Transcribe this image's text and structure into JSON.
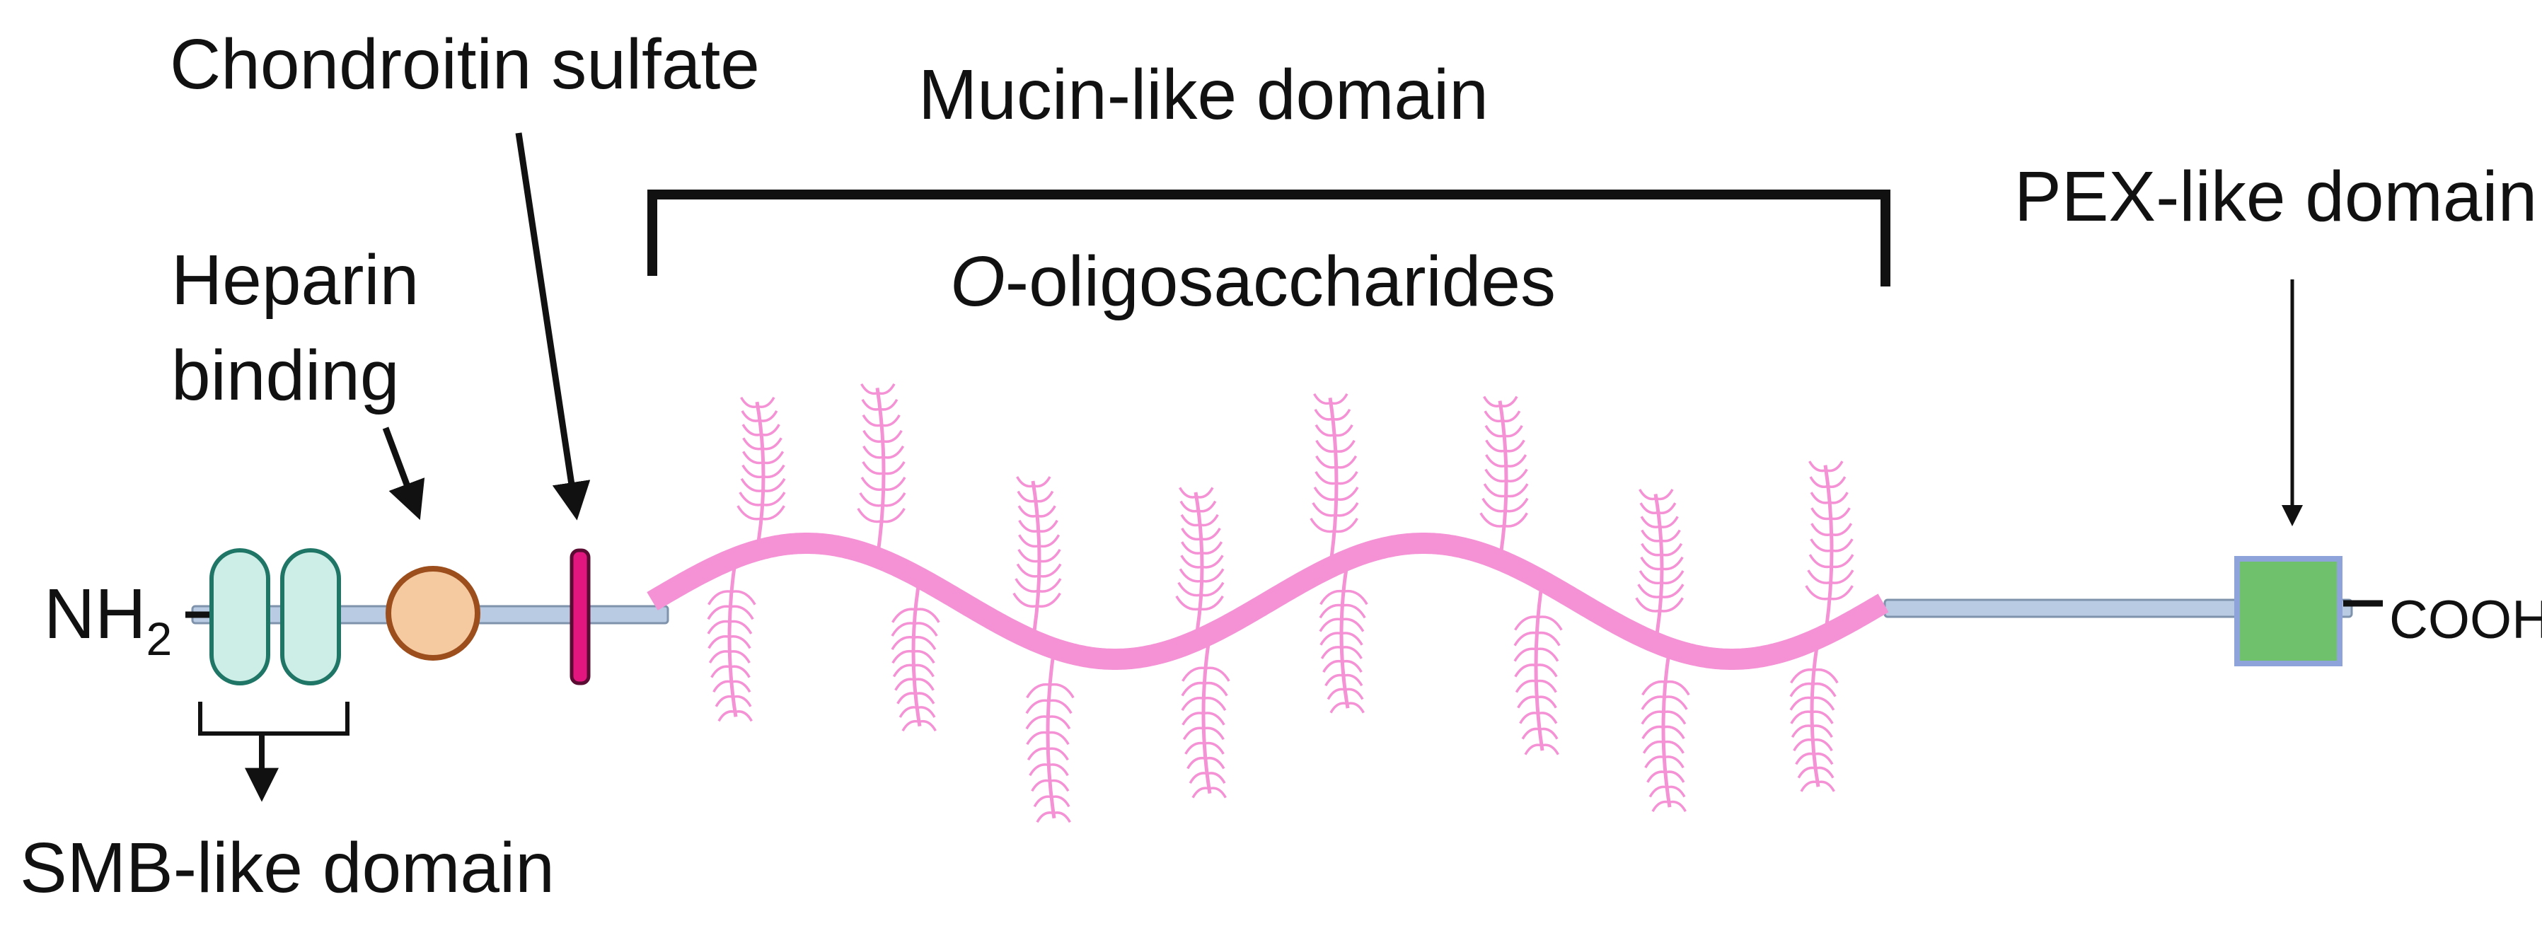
{
  "labels": {
    "nh2_main": "NH",
    "nh2_sub": "2",
    "cooh": "COOH",
    "chondroitin": "Chondroitin sulfate",
    "mucin_domain": "Mucin-like domain",
    "o_prefix": "O",
    "o_suffix": "-oligosaccharides",
    "heparin_line1": "Heparin",
    "heparin_line2": "binding",
    "smb_domain": "SMB-like domain",
    "pex_domain": "PEX-like domain"
  },
  "colors": {
    "backbone_fill": "#b8cbe3",
    "backbone_stroke": "#7f93ac",
    "smb_fill": "#cdeee6",
    "smb_stroke": "#1f7566",
    "heparin_fill": "#f6caa0",
    "heparin_stroke": "#9c4e1d",
    "chondroitin_fill": "#e3167f",
    "chondroitin_stroke": "#5a0c32",
    "mucin": "#f492d5",
    "pex_fill": "#6fc26b",
    "pex_stroke": "#8ea3d9",
    "line": "#111111"
  },
  "icons": {
    "smb_domains": "rounded-capsule-pair",
    "heparin_site": "circle",
    "chondroitin_site": "bar",
    "glycans": "branched-chain",
    "pex_domain": "square"
  }
}
